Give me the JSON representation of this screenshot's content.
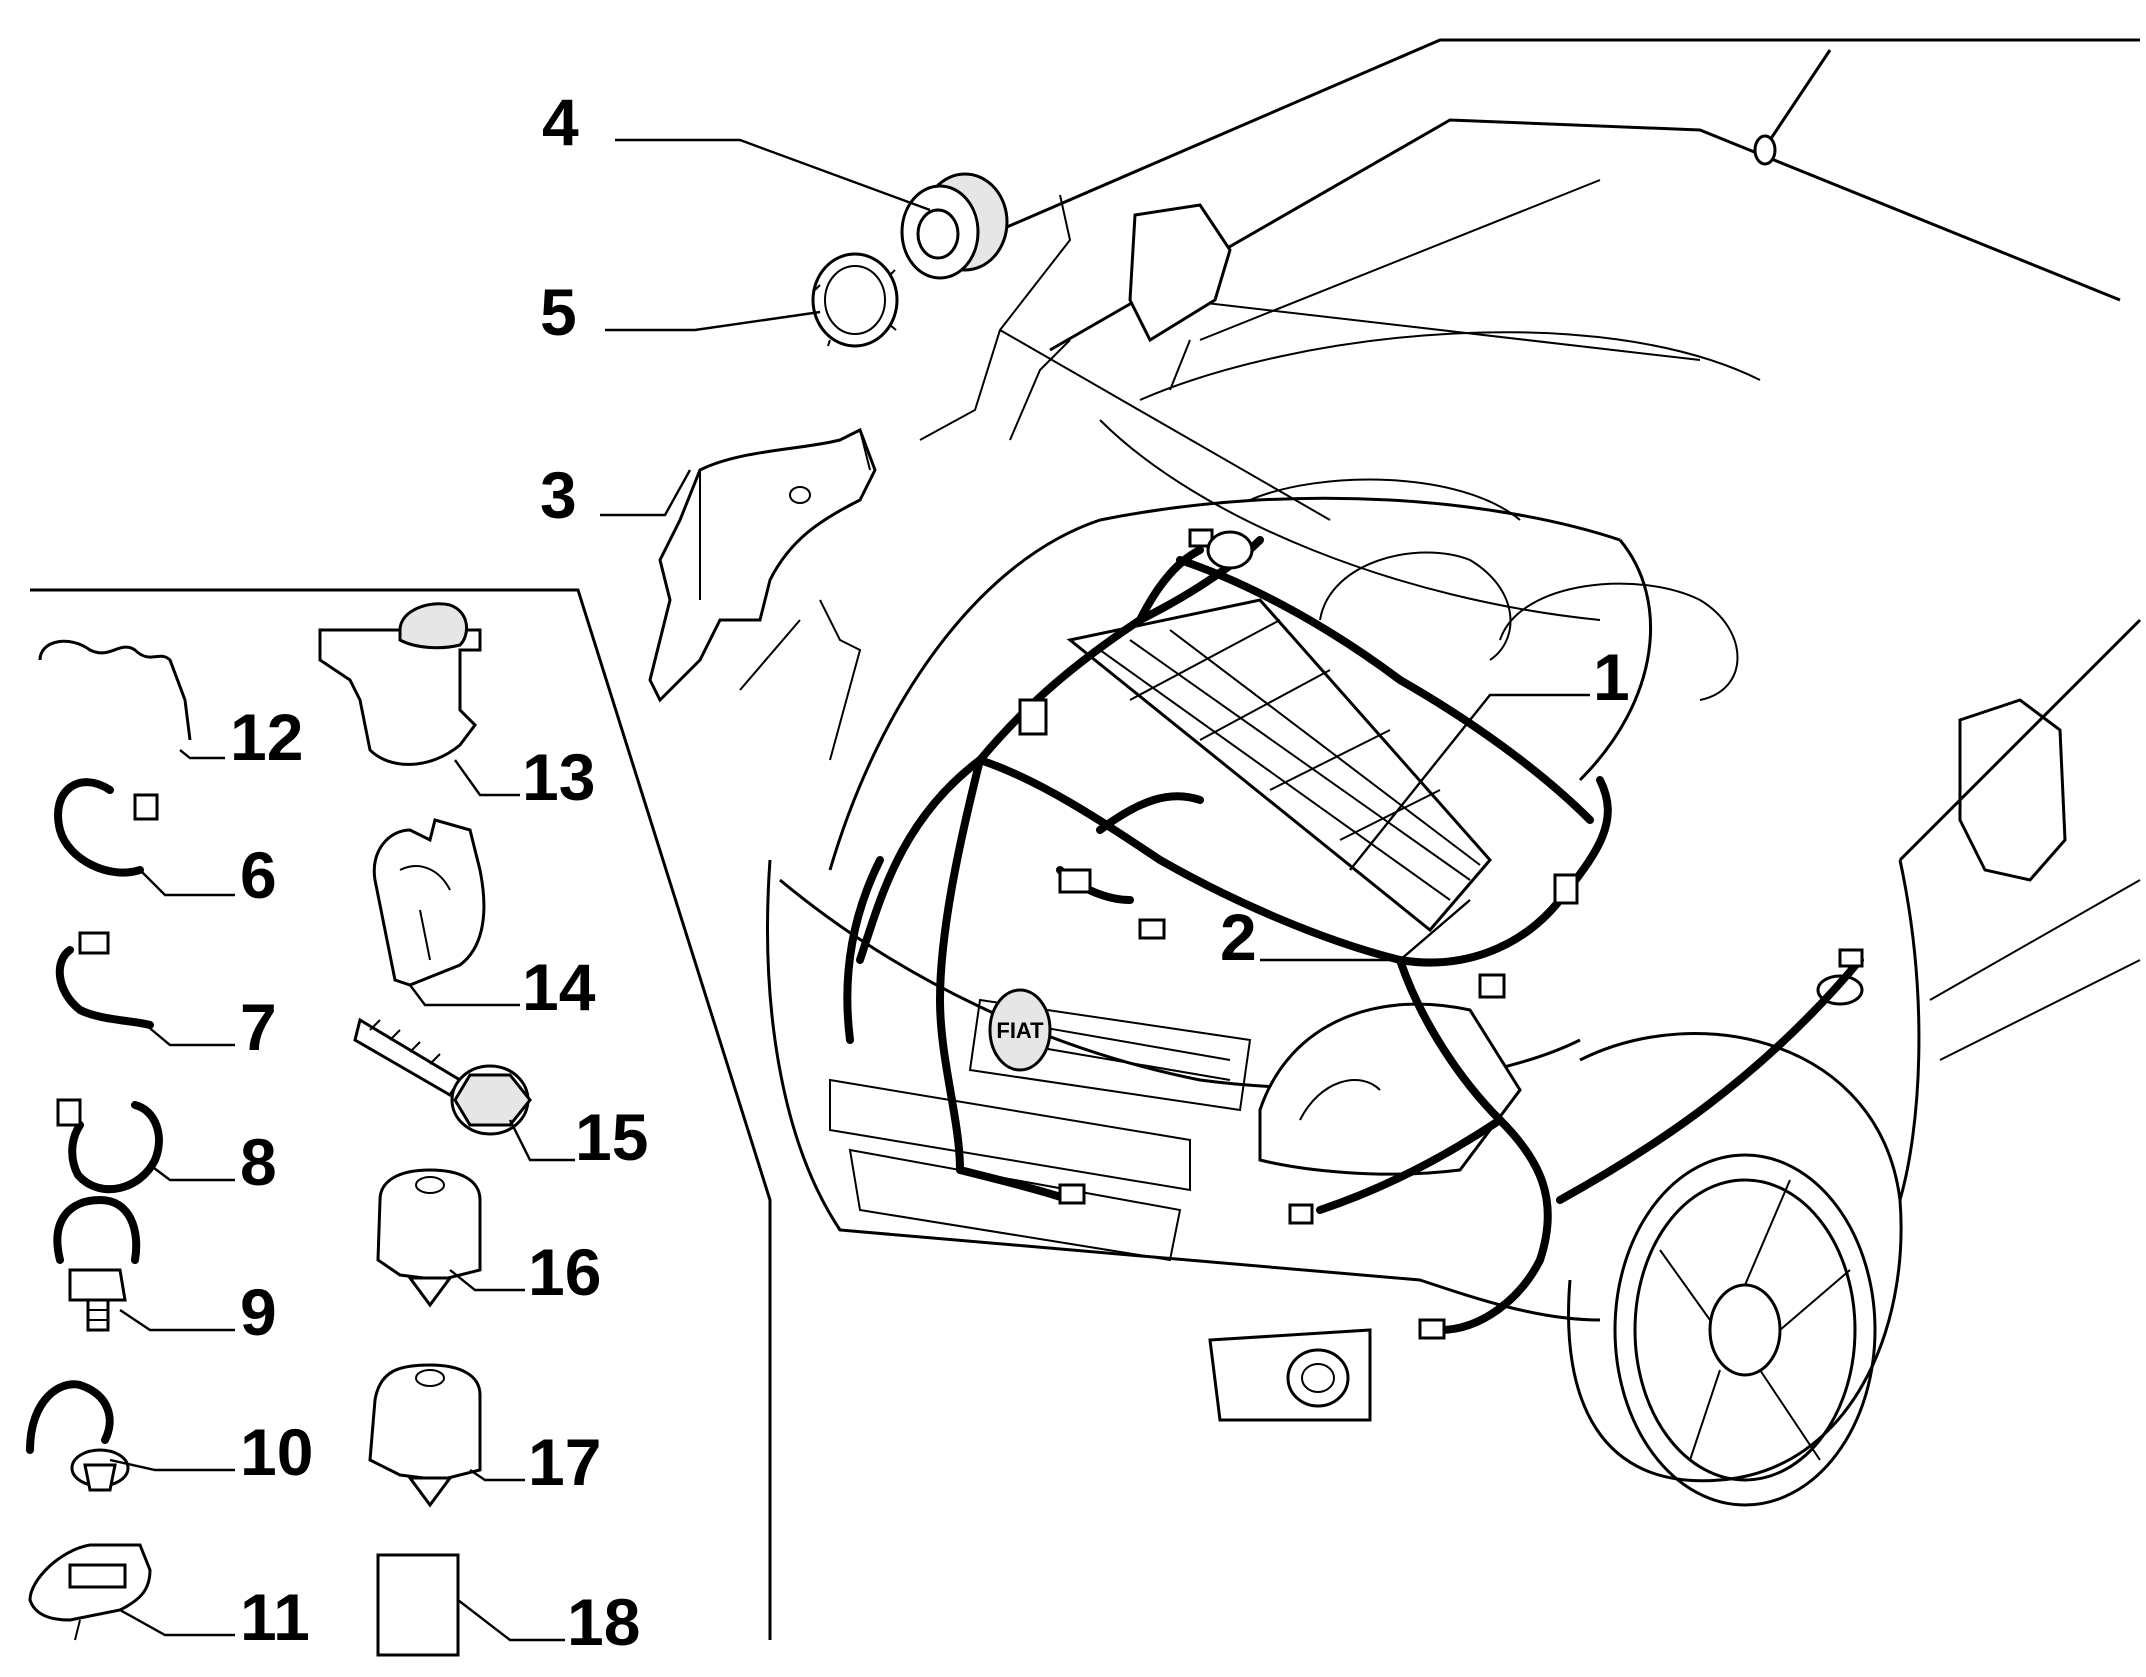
{
  "diagram": {
    "callouts": [
      {
        "id": "1",
        "label": "1"
      },
      {
        "id": "2",
        "label": "2"
      },
      {
        "id": "3",
        "label": "3"
      },
      {
        "id": "4",
        "label": "4"
      },
      {
        "id": "5",
        "label": "5"
      },
      {
        "id": "6",
        "label": "6"
      },
      {
        "id": "7",
        "label": "7"
      },
      {
        "id": "8",
        "label": "8"
      },
      {
        "id": "9",
        "label": "9"
      },
      {
        "id": "10",
        "label": "10"
      },
      {
        "id": "11",
        "label": "11"
      },
      {
        "id": "12",
        "label": "12"
      },
      {
        "id": "13",
        "label": "13"
      },
      {
        "id": "14",
        "label": "14"
      },
      {
        "id": "15",
        "label": "15"
      },
      {
        "id": "16",
        "label": "16"
      },
      {
        "id": "17",
        "label": "17"
      },
      {
        "id": "18",
        "label": "18"
      }
    ],
    "grille_badge": "FIAT"
  },
  "colors": {
    "line": "#000000",
    "background": "#ffffff"
  }
}
